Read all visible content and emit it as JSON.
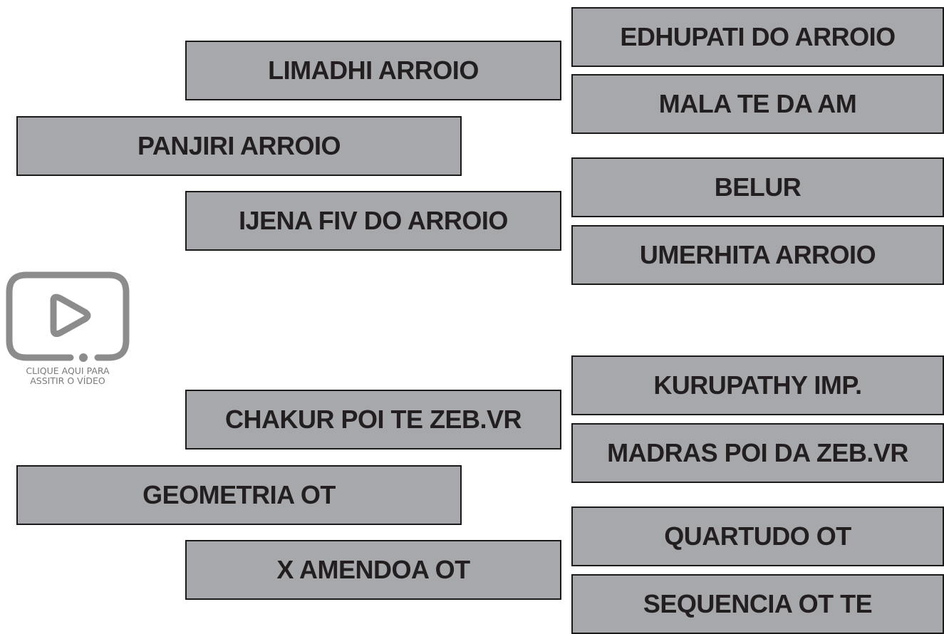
{
  "buttons": {
    "edhupati": "EDHUPATI DO ARROIO",
    "limadhi": "LIMADHI ARROIO",
    "mala": "MALA TE DA AM",
    "panjiri": "PANJIRI ARROIO",
    "belur": "BELUR",
    "ijena": "IJENA FIV DO ARROIO",
    "umerhita": "UMERHITA ARROIO",
    "kurupathy": "KURUPATHY IMP.",
    "chakur": "CHAKUR POI TE ZEB.VR",
    "madras": "MADRAS POI DA ZEB.VR",
    "geometria": "GEOMETRIA OT",
    "quartudo": "QUARTUDO OT",
    "amendoa": "X AMENDOA OT",
    "sequencia": "SEQUENCIA OT TE"
  },
  "video": {
    "icon": "play-video-icon",
    "caption_line1": "CLIQUE AQUI PARA",
    "caption_line2": "ASSITIR O VÍDEO"
  },
  "colors": {
    "box_fill": "#a7a8ab",
    "box_border": "#1a1a1a",
    "text": "#231f20",
    "icon": "#8c8c8c"
  }
}
